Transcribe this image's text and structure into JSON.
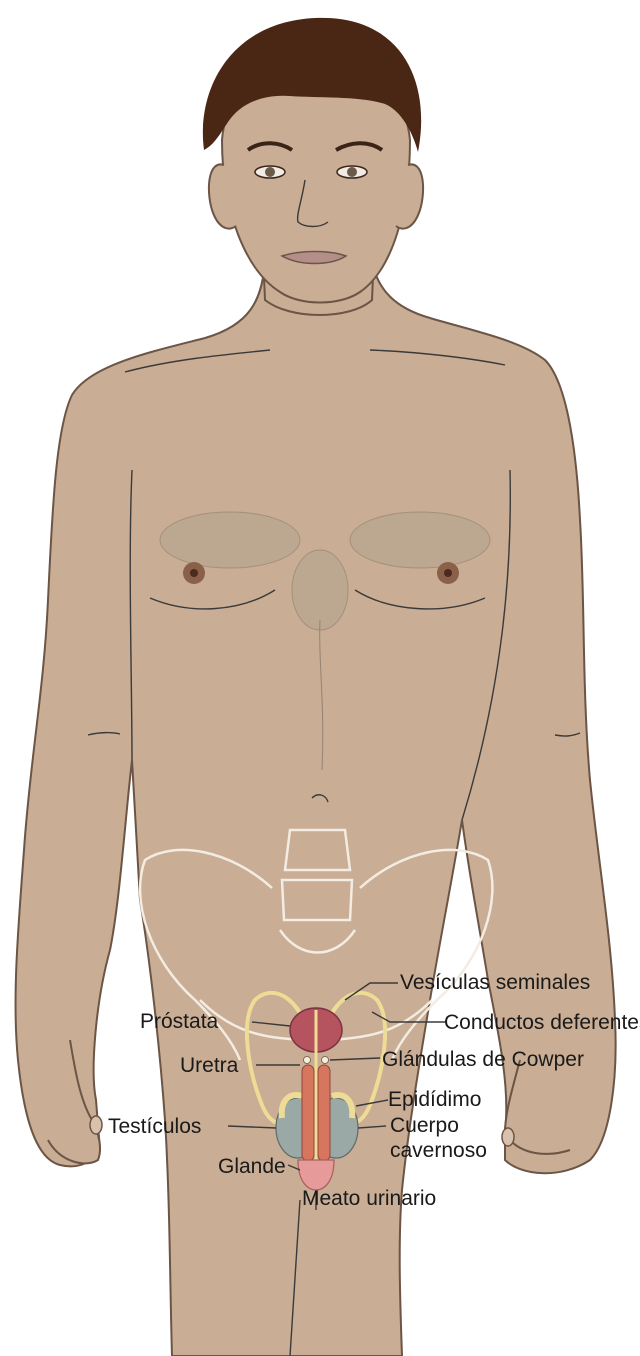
{
  "colors": {
    "skin": "#c9ad94",
    "skin_line": "#6b5546",
    "hair": "#4a2614",
    "pelvis_outline": "#f3ece2",
    "prostate": "#b5535f",
    "vas": "#eedb95",
    "cavernosum": "#d7765f",
    "testis": "#9aa9a5",
    "glans": "#e79a9a"
  },
  "labels": {
    "vesiculas": "Vesículas seminales",
    "prostata": "Próstata",
    "conductos": "Conductos deferentes",
    "uretra": "Uretra",
    "cowper": "Glándulas de Cowper",
    "epididimo": "Epidídimo",
    "testiculos": "Testículos",
    "cuerpo1": "Cuerpo",
    "cuerpo2": "cavernoso",
    "glande": "Glande",
    "meato": "Meato urinario"
  }
}
